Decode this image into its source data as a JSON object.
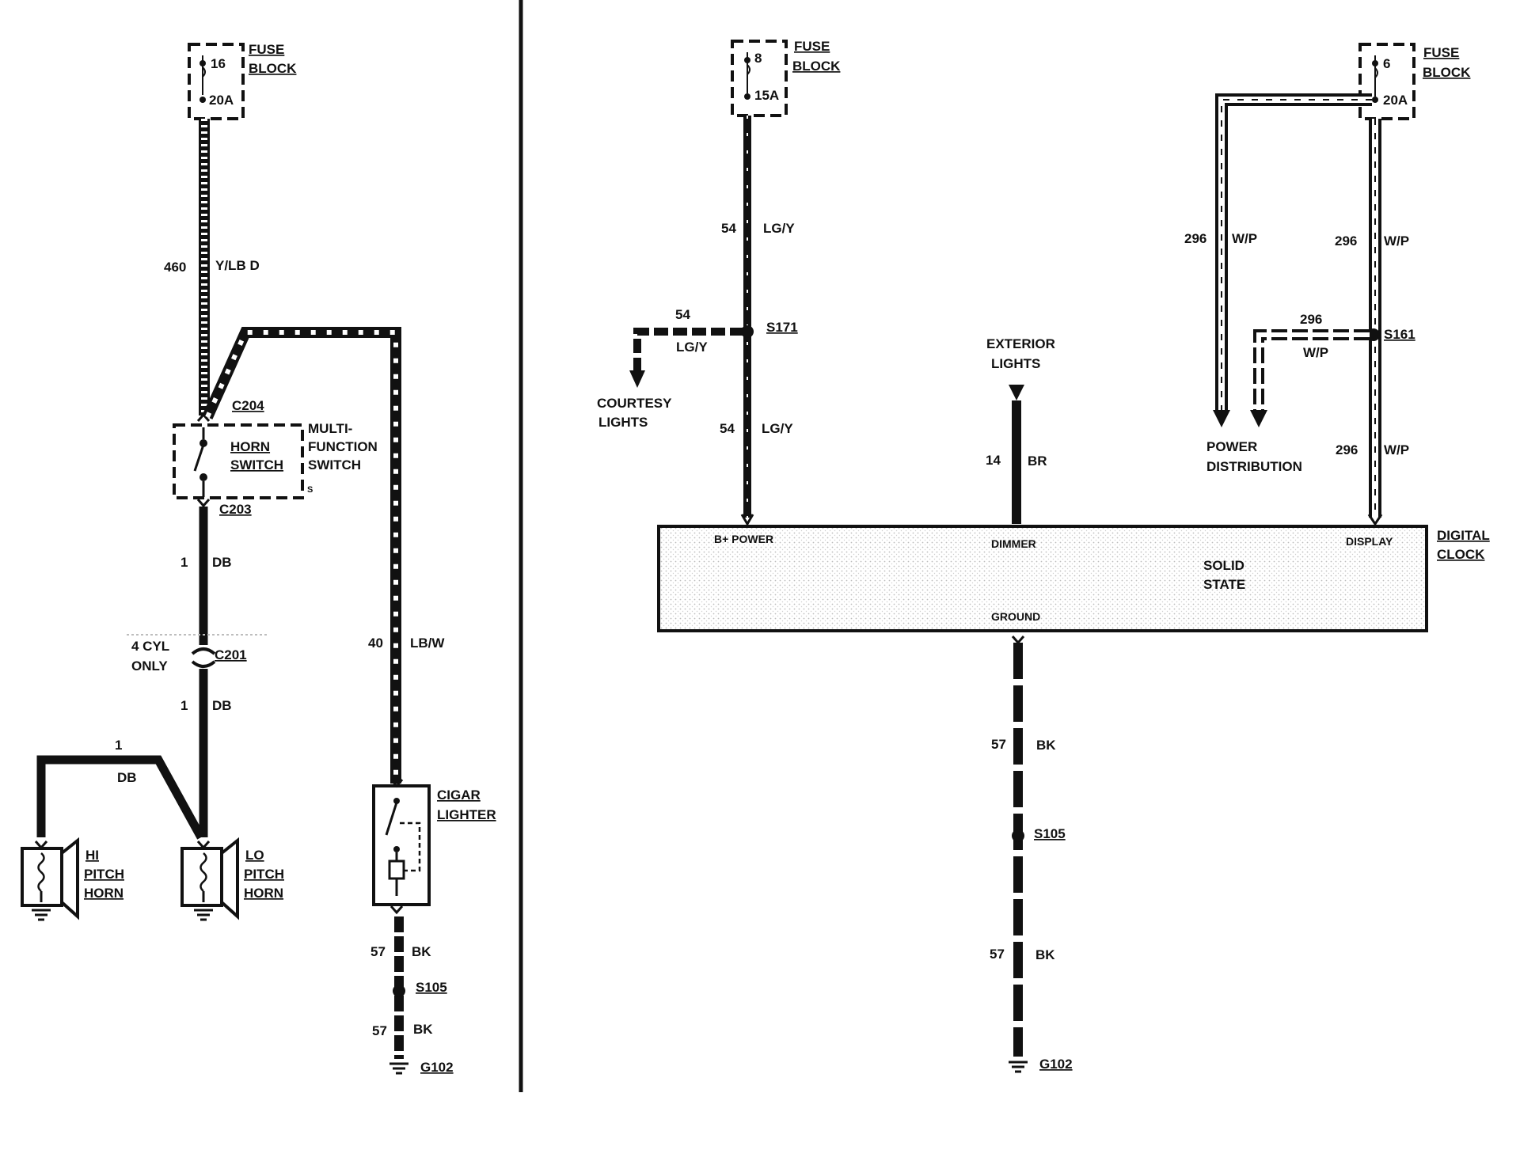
{
  "colors": {
    "ink": "#111111",
    "paper": "#ffffff",
    "stipple": "#bdbdbd"
  },
  "left": {
    "horn_fuse": {
      "label1": "FUSE",
      "label2": "BLOCK",
      "number": "16",
      "rating": "20A"
    },
    "wire_460": {
      "circuit": "460",
      "color": "Y/LB D"
    },
    "c204": "C204",
    "switch": {
      "inner1": "HORN",
      "inner2": "SWITCH",
      "outer1": "MULTI-",
      "outer2": "FUNCTION",
      "outer3": "SWITCH",
      "mark": "S"
    },
    "c203": "C203",
    "wire_db_1": {
      "circuit": "1",
      "color": "DB"
    },
    "cyl_note": {
      "line1": "4 CYL",
      "line2": "ONLY"
    },
    "c201": "C201",
    "wire_db_2": {
      "circuit": "1",
      "color": "DB"
    },
    "hi_branch": {
      "circuit": "1",
      "color": "DB"
    },
    "hi_horn": {
      "line1": "HI",
      "line2": "PITCH",
      "line3": "HORN"
    },
    "lo_horn": {
      "line1": "LO",
      "line2": "PITCH",
      "line3": "HORN"
    },
    "wire_40": {
      "circuit": "40",
      "color": "LB/W"
    },
    "lighter": {
      "line1": "CIGAR",
      "line2": "LIGHTER"
    },
    "wire_57a": {
      "circuit": "57",
      "color": "BK"
    },
    "s105": "S105",
    "wire_57b": {
      "circuit": "57",
      "color": "BK"
    },
    "g102": "G102"
  },
  "right": {
    "fuse8": {
      "label1": "FUSE",
      "label2": "BLOCK",
      "number": "8",
      "rating": "15A"
    },
    "wire_54a": {
      "circuit": "54",
      "color": "LG/Y"
    },
    "s171": "S171",
    "wire_54_branch": {
      "circuit": "54",
      "color": "LG/Y"
    },
    "courtesy": {
      "line1": "COURTESY",
      "line2": "LIGHTS"
    },
    "wire_54b": {
      "circuit": "54",
      "color": "LG/Y"
    },
    "exterior": {
      "line1": "EXTERIOR",
      "line2": "LIGHTS"
    },
    "wire_14": {
      "circuit": "14",
      "color": "BR"
    },
    "fuse6": {
      "label1": "FUSE",
      "label2": "BLOCK",
      "number": "6",
      "rating": "20A"
    },
    "wire_296_left": {
      "circuit": "296",
      "color": "W/P"
    },
    "wire_296_right": {
      "circuit": "296",
      "color": "W/P"
    },
    "s161": "S161",
    "wire_296_branch": {
      "circuit": "296",
      "color": "W/P"
    },
    "power_dist": {
      "line1": "POWER",
      "line2": "DISTRIBUTION"
    },
    "wire_296_lower": {
      "circuit": "296",
      "color": "W/P"
    },
    "clock": {
      "b_power": "B+ POWER",
      "dimmer": "DIMMER",
      "display": "DISPLAY",
      "ground": "GROUND",
      "solid1": "SOLID",
      "solid2": "STATE",
      "name1": "DIGITAL",
      "name2": "CLOCK"
    },
    "wire_57a": {
      "circuit": "57",
      "color": "BK"
    },
    "s105": "S105",
    "wire_57b": {
      "circuit": "57",
      "color": "BK"
    },
    "g102": "G102"
  }
}
